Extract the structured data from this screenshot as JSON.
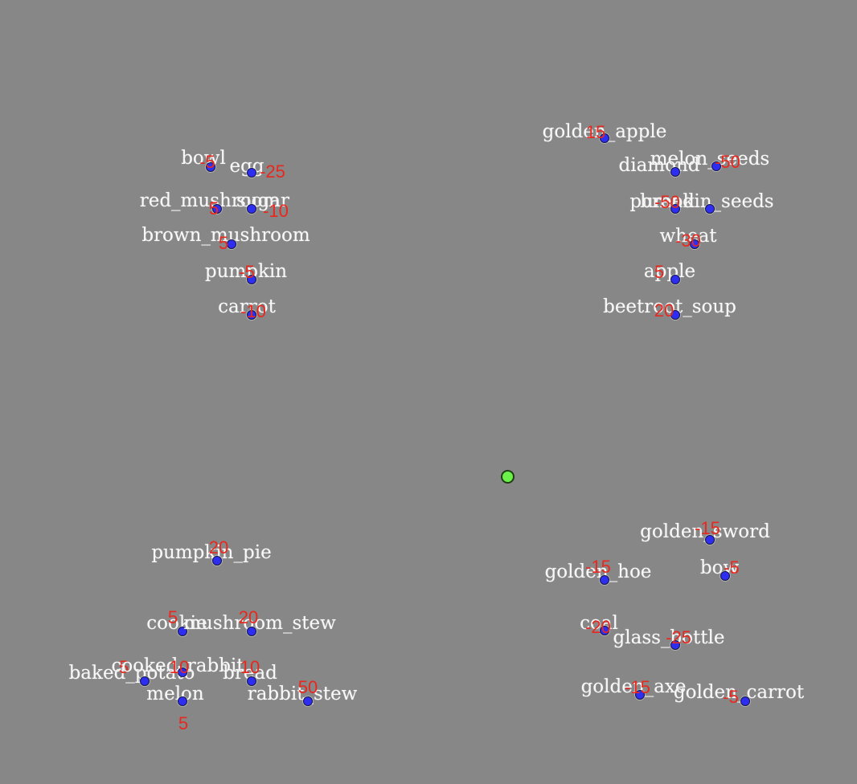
{
  "items": [
    {
      "name": "golden_apple",
      "value": "15"
    },
    {
      "name": "melon_seeds",
      "value": "-50"
    },
    {
      "name": "diamond",
      "value": ""
    },
    {
      "name": "pumpkin_seeds",
      "value": ""
    },
    {
      "name": "bread",
      "value": "-50"
    },
    {
      "name": "wheat",
      "value": "-30"
    },
    {
      "name": "apple",
      "value": "5"
    },
    {
      "name": "beetroot_soup",
      "value": "20"
    },
    {
      "name": "bowl",
      "value": "-5"
    },
    {
      "name": "egg",
      "value": "-25"
    },
    {
      "name": "red_mushroom",
      "value": "5"
    },
    {
      "name": "sugar",
      "value": "-10"
    },
    {
      "name": "brown_mushroom",
      "value": "5"
    },
    {
      "name": "pumpkin",
      "value": "-5"
    },
    {
      "name": "carrot",
      "value": "-10"
    },
    {
      "name": "pumpkin_pie",
      "value": "20"
    },
    {
      "name": "cookie",
      "value": "5"
    },
    {
      "name": "mushroom_stew",
      "value": "20"
    },
    {
      "name": "baked_potato",
      "value": "5"
    },
    {
      "name": "cooked_rabbit",
      "value": "10"
    },
    {
      "name": "bread",
      "value": "10"
    },
    {
      "name": "rabbit_stew",
      "value": "50"
    },
    {
      "name": "melon",
      "value": "5"
    },
    {
      "name": "golden_sword",
      "value": "-15"
    },
    {
      "name": "golden_hoe",
      "value": "-15"
    },
    {
      "name": "bow",
      "value": "-5"
    },
    {
      "name": "coal",
      "value": "-20"
    },
    {
      "name": "glass_bottle",
      "value": "-25"
    },
    {
      "name": "golden_axe",
      "value": "-15"
    },
    {
      "name": "golden_carrot",
      "value": "-5"
    }
  ],
  "colors": {
    "background": "#878787",
    "item_marker": "#2e2ef0",
    "player_marker": "#6cf04a",
    "value_text": "#e8281e",
    "name_text": "#f8f8f8"
  },
  "player": {
    "icon": "player-marker"
  }
}
